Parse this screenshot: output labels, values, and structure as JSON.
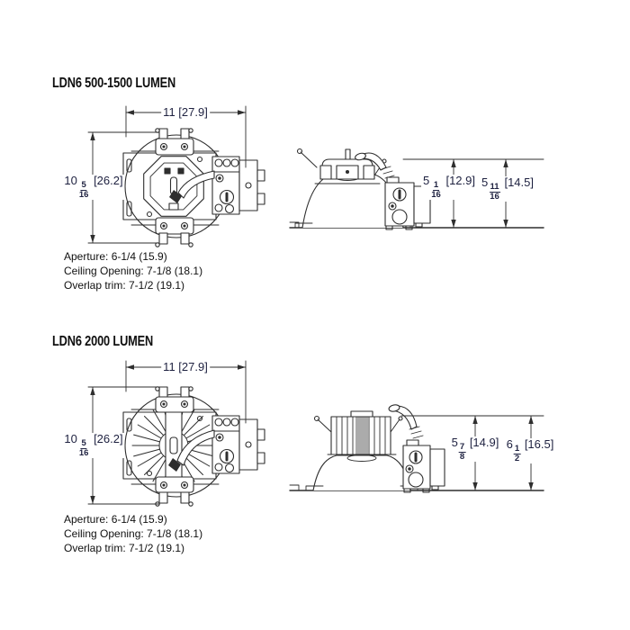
{
  "document": {
    "background": "#ffffff",
    "line_color": "#2e2e2e",
    "dim_text_color": "#1e2140",
    "text_color": "#0f0f0f"
  },
  "sections": [
    {
      "title": "LDN6 500-1500 LUMEN",
      "dims": {
        "width": {
          "text": "11 [27.9]"
        },
        "height": {
          "whole": "10",
          "num": "5",
          "den": "16",
          "metric": "[26.2]"
        },
        "side_inner": {
          "whole": "5",
          "num": "1",
          "den": "16",
          "metric": "[12.9]"
        },
        "side_outer": {
          "whole": "5",
          "num": "11",
          "den": "16",
          "metric": "[14.5]"
        }
      },
      "notes": [
        "Aperture: 6-1/4 (15.9)",
        "Ceiling Opening: 7-1/8 (18.1)",
        "Overlap trim: 7-1/2 (19.1)"
      ]
    },
    {
      "title": "LDN6 2000 LUMEN",
      "dims": {
        "width": {
          "text": "11 [27.9]"
        },
        "height": {
          "whole": "10",
          "num": "5",
          "den": "16",
          "metric": "[26.2]"
        },
        "side_inner": {
          "whole": "5",
          "num": "7",
          "den": "8",
          "metric": "[14.9]"
        },
        "side_outer": {
          "whole": "6",
          "num": "1",
          "den": "2",
          "metric": "[16.5]"
        }
      },
      "notes": [
        "Aperture: 6-1/4 (15.9)",
        "Ceiling Opening: 7-1/8 (18.1)",
        "Overlap trim: 7-1/2 (19.1)"
      ]
    }
  ]
}
